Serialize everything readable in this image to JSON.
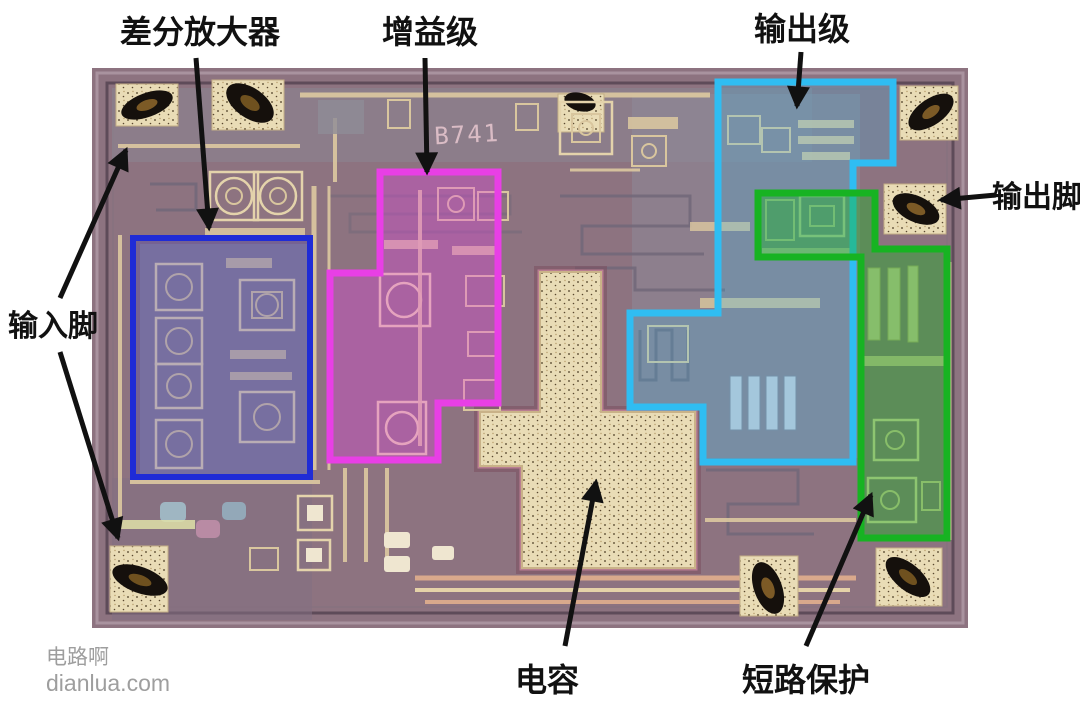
{
  "figure": {
    "chip_marking": "B741",
    "annotation_color": "#111111"
  },
  "regions": {
    "diff_amp": {
      "label": "差分放大器",
      "color": "#1f2bd6"
    },
    "gain_stage": {
      "label": "增益级",
      "color": "#e83fe5"
    },
    "output_stage": {
      "label": "输出级",
      "color": "#2fbdf2"
    },
    "short_protection": {
      "label": "短路保护",
      "color": "#17b322"
    }
  },
  "callouts": {
    "input_pin": {
      "label": "输入脚"
    },
    "output_pin": {
      "label": "输出脚"
    },
    "capacitor": {
      "label": "电容"
    }
  },
  "watermark": {
    "line1": "电路啊",
    "line2": "dianlua.com",
    "color": "#9e9e9e"
  }
}
